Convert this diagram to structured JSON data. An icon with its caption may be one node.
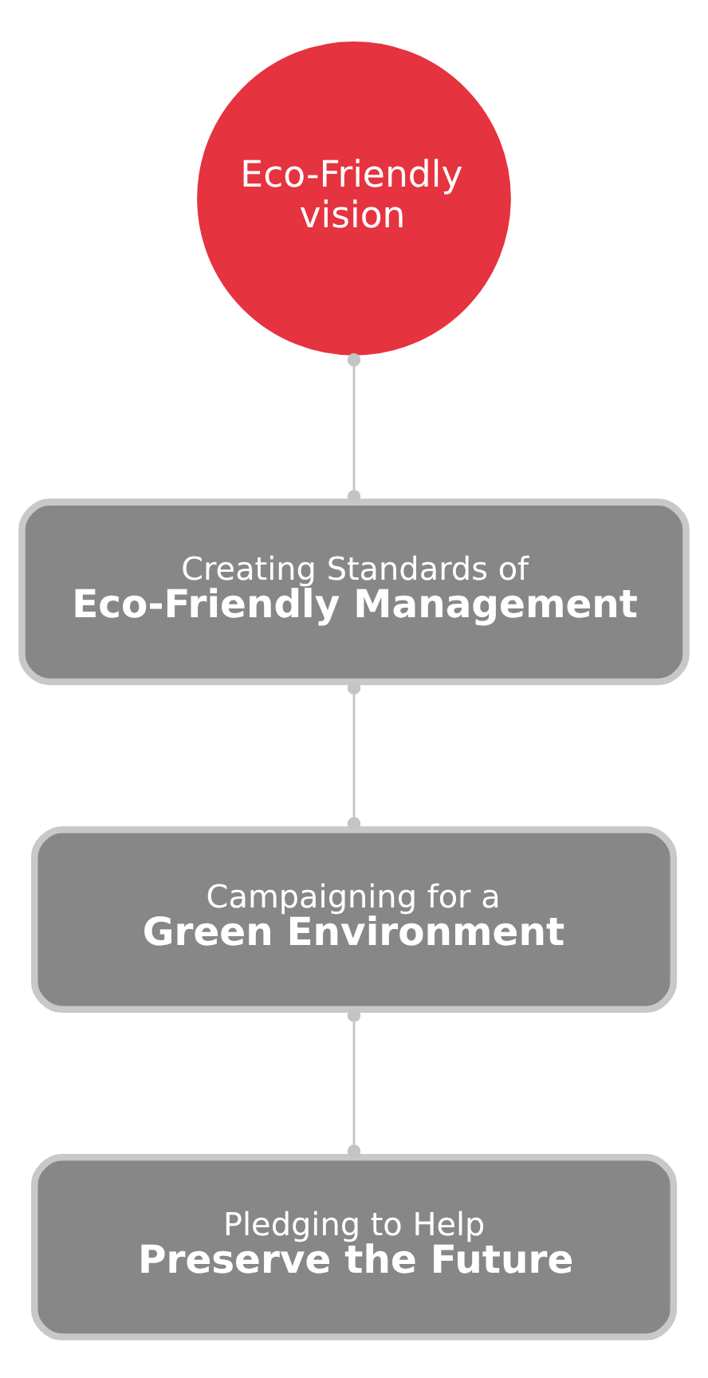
{
  "diagram": {
    "nodes": [
      {
        "text": [
          "Eco-Friendly vision"
        ]
      },
      {
        "text": [
          "Creating Standards of",
          "Eco-Friendly Management"
        ]
      },
      {
        "text": [
          "Campaigning for a",
          "Green Environment"
        ]
      },
      {
        "text": [
          "Pledging to Help",
          "Preserve the Future"
        ]
      }
    ],
    "edges": [
      {
        "from": 0,
        "to": 1,
        "arrow": "other"
      },
      {
        "from": 1,
        "to": 2,
        "arrow": "other"
      },
      {
        "from": 2,
        "to": 3,
        "arrow": "other"
      }
    ]
  }
}
